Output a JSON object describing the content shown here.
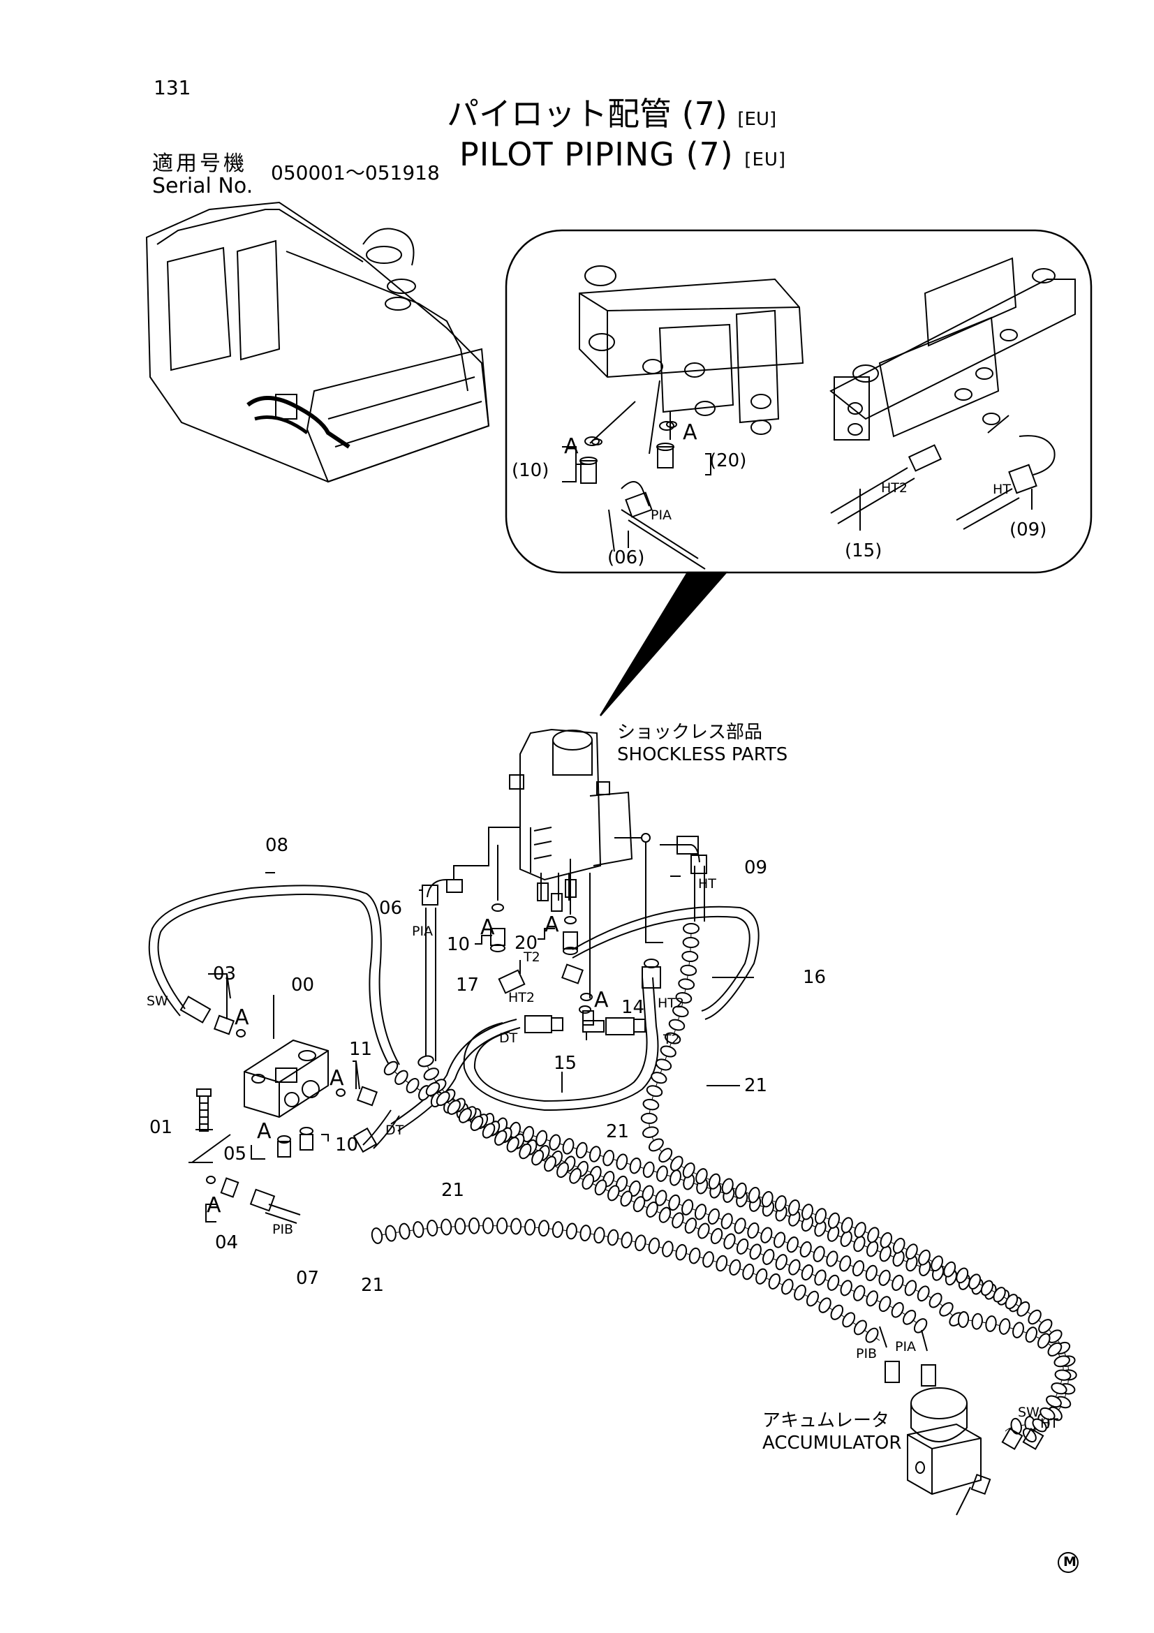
{
  "header": {
    "page_number": "131",
    "title_jp": "パイロット配管 (7)",
    "title_en": "PILOT PIPING (7)",
    "region_jp": "[EU]",
    "region_en": "[EU]",
    "serial_label_jp": "適用号機",
    "serial_label_en": "Serial No.",
    "serial_range": "050001～051918"
  },
  "detail_callouts": {
    "p10": "(10)",
    "p20": "(20)",
    "p06": "(06)",
    "p15": "(15)",
    "p09": "(09)",
    "a_left": "A",
    "a_right": "A",
    "pia": "PIA",
    "ht2": "HT2",
    "ht": "HT"
  },
  "main_callouts": {
    "shockless_jp": "ショックレス部品",
    "shockless_en": "SHOCKLESS PARTS",
    "accumulator_jp": "アキュムレータ",
    "accumulator_en": "ACCUMULATOR",
    "n08": "08",
    "n06": "06",
    "n09": "09",
    "n16": "16",
    "n03": "03",
    "n00": "00",
    "n10a": "10",
    "n20": "20",
    "n17": "17",
    "n14": "14",
    "n11": "11",
    "n15": "15",
    "n21a": "21",
    "n21b": "21",
    "n21c": "21",
    "n21d": "21",
    "n01": "01",
    "n05": "05",
    "n10b": "10",
    "n04": "04",
    "n07": "07",
    "a1": "A",
    "a2": "A",
    "a3": "A",
    "a4": "A",
    "a5": "A",
    "a6": "A",
    "a7": "A",
    "sw1": "SW",
    "sw2": "SW",
    "pia1": "PIA",
    "pia2": "PIA",
    "pib1": "PIB",
    "pib2": "PIB",
    "ht_top": "HT",
    "ht_bottom": "HT",
    "ht2a": "HT2",
    "ht2b": "HT2",
    "t2a": "T2",
    "t2b": "T2",
    "dt1": "DT",
    "dt2": "DT"
  },
  "footer": {
    "mark": "M"
  }
}
